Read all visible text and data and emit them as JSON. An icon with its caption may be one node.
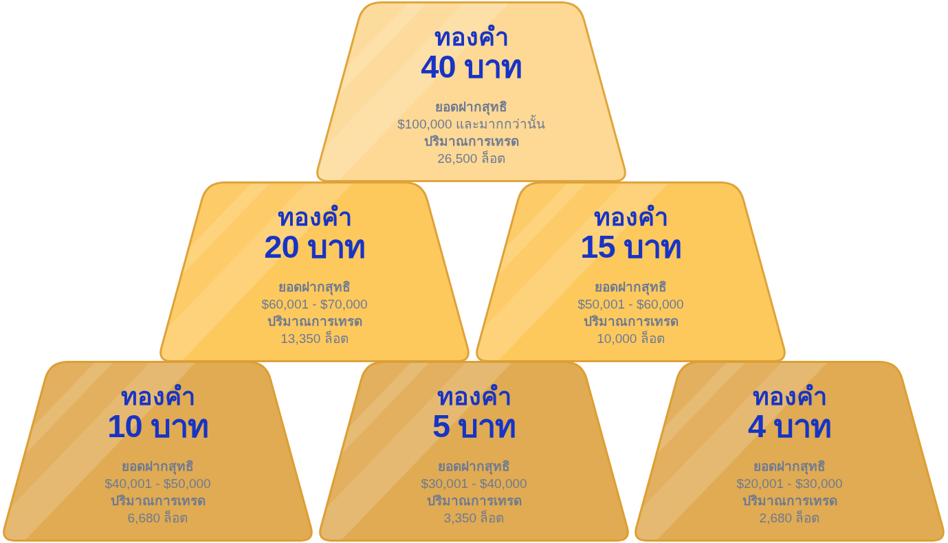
{
  "diagram": {
    "nodes": [
      {
        "text": [
          "ทองคำ",
          "40 บาท",
          "ยอดฝากสุทธิ",
          "$100,000 และมากกว่านั้น",
          "ปริมาณการเทรด",
          "26,500 ล็อต"
        ]
      },
      {
        "text": [
          "ทองคำ",
          "20 บาท",
          "ยอดฝากสุทธิ",
          "$60,001 - $70,000",
          "ปริมาณการเทรด",
          "13,350 ล็อต"
        ]
      },
      {
        "text": [
          "ทองคำ",
          "15 บาท",
          "ยอดฝากสุทธิ",
          "$50,001 - $60,000",
          "ปริมาณการเทรด",
          "10,000 ล็อต"
        ]
      },
      {
        "text": [
          "ทองคำ",
          "10 บาท",
          "ยอดฝากสุทธิ",
          "$40,001 - $50,000",
          "ปริมาณการเทรด",
          "6,680 ล็อต"
        ]
      },
      {
        "text": [
          "ทองคำ",
          "5 บาท",
          "ยอดฝากสุทธิ",
          "$30,001 - $40,000",
          "ปริมาณการเทรด",
          "3,350 ล็อต"
        ]
      },
      {
        "text": [
          "ทองคำ",
          "4 บาท",
          "ยอดฝากสุทธิ",
          "$20,001 - $30,000",
          "ปริมาณการเทรด",
          "2,680 ล็อต"
        ]
      }
    ]
  }
}
